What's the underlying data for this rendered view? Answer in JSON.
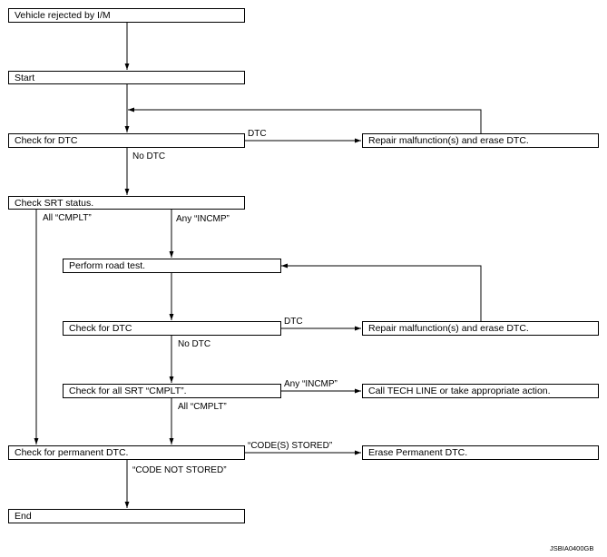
{
  "boxes": {
    "rejected": "Vehicle rejected by I/M",
    "start": "Start",
    "check_dtc_1": "Check for DTC",
    "repair_1": "Repair malfunction(s) and erase DTC.",
    "check_srt": "Check SRT status.",
    "road_test": "Perform road test.",
    "check_dtc_2": "Check for DTC",
    "repair_2": "Repair malfunction(s) and erase DTC.",
    "check_all_srt": "Check for all SRT “CMPLT”.",
    "call_tech": "Call TECH LINE or take appropriate action.",
    "check_perm": "Check for permanent DTC.",
    "erase_perm": "Erase Permanent DTC.",
    "end": "End"
  },
  "labels": {
    "dtc_1": "DTC",
    "no_dtc_1": "No DTC",
    "all_cmplt_1": "All “CMPLT”",
    "any_incmp_1": "Any “INCMP”",
    "dtc_2": "DTC",
    "no_dtc_2": "No DTC",
    "any_incmp_2": "Any “INCMP”",
    "all_cmplt_2": "All “CMPLT”",
    "codes_stored": "“CODE(S) STORED”",
    "code_not_stored": "“CODE NOT STORED”"
  },
  "figure_code": "JSBIA0400GB"
}
